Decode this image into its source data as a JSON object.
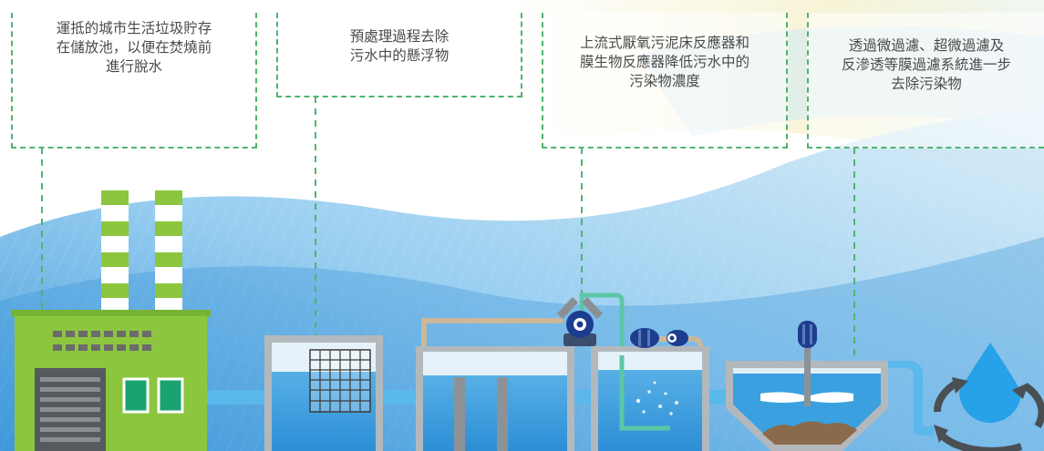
{
  "captions": [
    "運抵的城市生活垃圾貯存\n在儲放池，以便在焚燒前\n進行脫水",
    "預處理過程去除\n污水中的懸浮物",
    "上流式厭氧污泥床反應器和\n膜生物反應器降低污水中的\n污染物濃度",
    "透過微過濾、超微過濾及\n反滲透等膜過濾系統進一步\n去除污染物"
  ],
  "colors": {
    "dashed_line": "#4fb46e",
    "caption_text": "#4a4a4a",
    "factory_green": "#8cc63f",
    "water_blue": "#3aa0e0",
    "pipe_blue": "#5ab8ea",
    "tank_gray": "#b3b8bc",
    "pump_navy": "#1d3d8f",
    "pipe_teal": "#5cc7a6",
    "pipe_tan": "#cbb79a",
    "sludge_brown": "#8a6a4a"
  }
}
